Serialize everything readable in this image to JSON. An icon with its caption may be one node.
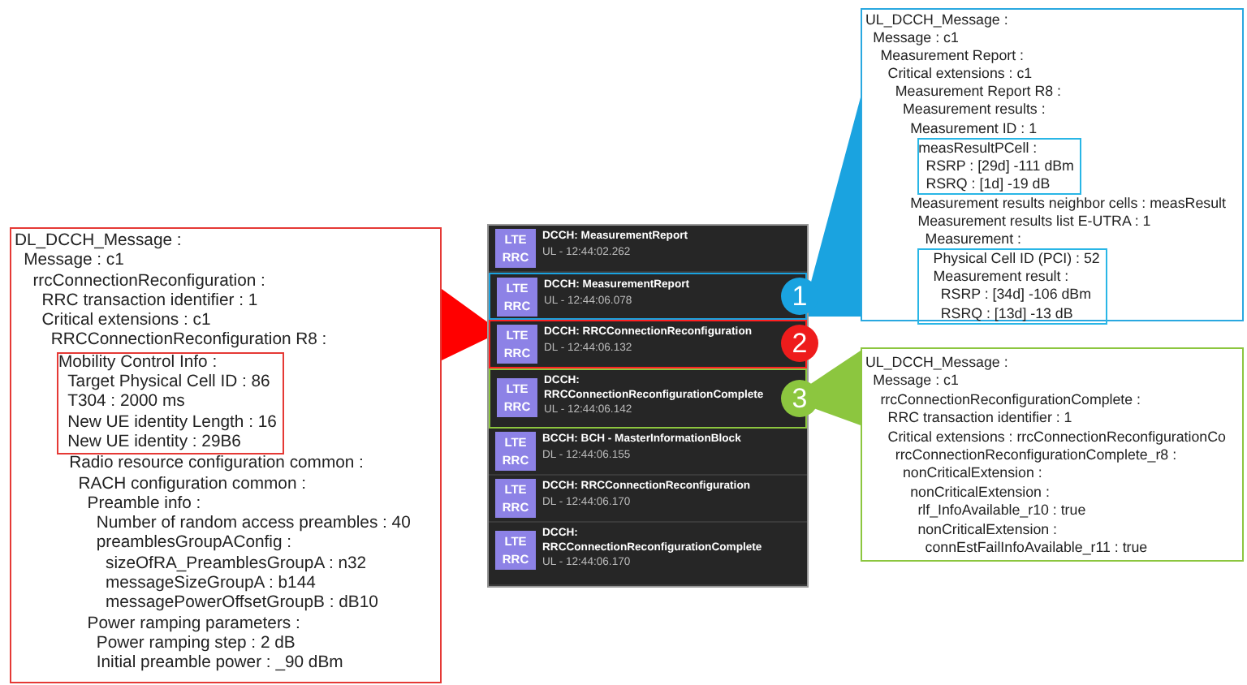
{
  "diagram": {
    "nodes": [
      {
        "text": [
          "DL_DCCH_Message :",
          "Message : c1",
          "rrcConnectionReconfiguration :",
          "RRC transaction identifier : 1",
          "Critical extensions : c1",
          "RRCConnectionReconfiguration R8 :",
          "Radio resource configuration common :",
          "RACH configuration common :",
          "Preamble info :",
          "Number of random access preambles : 40",
          "preamblesGroupAConfig :",
          "sizeOfRA_PreamblesGroupA : n32",
          "messageSizeGroupA : b144",
          "messagePowerOffsetGroupB : dB10",
          "Power ramping parameters :",
          "Power ramping step : 2 dB",
          "Initial preamble power : _90 dBm"
        ]
      },
      {
        "text": [
          "Mobility Control Info :",
          "Target Physical Cell ID : 86",
          "T304 : 2000 ms",
          "New UE identity Length : 16",
          "New UE identity : 29B6"
        ],
        "in": 0
      },
      {
        "text": [],
        "shape": "box"
      },
      {
        "text": [
          "DCCH: MeasurementReport",
          "UL - 12:44:02.262"
        ],
        "in": 2
      },
      {
        "text": [
          "LTE RRC"
        ],
        "in": 3
      },
      {
        "text": [
          "DCCH: MeasurementReport",
          "UL - 12:44:06.078"
        ],
        "in": 2
      },
      {
        "text": [
          "LTE RRC"
        ],
        "in": 5
      },
      {
        "text": [
          "DCCH: RRCConnectionReconfiguration",
          "DL - 12:44:06.132"
        ],
        "in": 2
      },
      {
        "text": [
          "LTE RRC"
        ],
        "in": 7
      },
      {
        "text": [
          "DCCH: RRCConnectionReconfigurationComplete",
          "UL - 12:44:06.142"
        ],
        "in": 2
      },
      {
        "text": [
          "LTE RRC"
        ],
        "in": 9
      },
      {
        "text": [
          "BCCH: BCH - MasterInformationBlock",
          "DL - 12:44:06.155"
        ],
        "in": 2
      },
      {
        "text": [
          "LTE RRC"
        ],
        "in": 11
      },
      {
        "text": [
          "DCCH: RRCConnectionReconfiguration",
          "DL - 12:44:06.170"
        ],
        "in": 2
      },
      {
        "text": [
          "LTE RRC"
        ],
        "in": 13
      },
      {
        "text": [
          "DCCH: RRCConnectionReconfigurationComplete",
          "UL - 12:44:06.170"
        ],
        "in": 2
      },
      {
        "text": [
          "LTE RRC"
        ],
        "in": 15
      },
      {
        "text": [
          "1"
        ],
        "in": 5
      },
      {
        "text": [
          "2"
        ],
        "in": 7
      },
      {
        "text": [
          "3"
        ],
        "in": 9
      },
      {
        "text": [
          "UL_DCCH_Message :",
          "Message : c1",
          "Measurement Report :",
          "Critical extensions : c1",
          "Measurement Report R8 :",
          "Measurement results :",
          "Measurement ID : 1",
          "Measurement results neighbor cells : measResult",
          "Measurement results list E-UTRA : 1",
          "Measurement :"
        ]
      },
      {
        "text": [
          "measResultPCell :",
          "RSRP : [29d] -111 dBm",
          "RSRQ : [1d] -19 dB"
        ],
        "in": 20
      },
      {
        "text": [
          "Physical Cell ID (PCI) : 52",
          "Measurement result :",
          "RSRP : [34d] -106 dBm",
          "RSRQ : [13d] -13 dB"
        ],
        "in": 20
      },
      {
        "text": [
          "UL_DCCH_Message :",
          "Message : c1",
          "rrcConnectionReconfigurationComplete :",
          "RRC transaction identifier : 1",
          "Critical extensions : rrcConnectionReconfigurationCo",
          "rrcConnectionReconfigurationComplete_r8 :",
          "nonCriticalExtension :",
          "nonCriticalExtension :",
          "rlf_InfoAvailable_r10 : true",
          "nonCriticalExtension :",
          "connEstFailInfoAvailable_r11 : true"
        ]
      }
    ],
    "edges": [
      {
        "from": 5,
        "to": 20,
        "arrow": "none",
        "style": "thick",
        "color": "#1aa3e0"
      },
      {
        "from": 7,
        "to": 0,
        "arrow": "none",
        "style": "thick",
        "color": "#ff0000"
      },
      {
        "from": 9,
        "to": 23,
        "arrow": "none",
        "style": "thick",
        "color": "#8cc63f"
      }
    ]
  }
}
